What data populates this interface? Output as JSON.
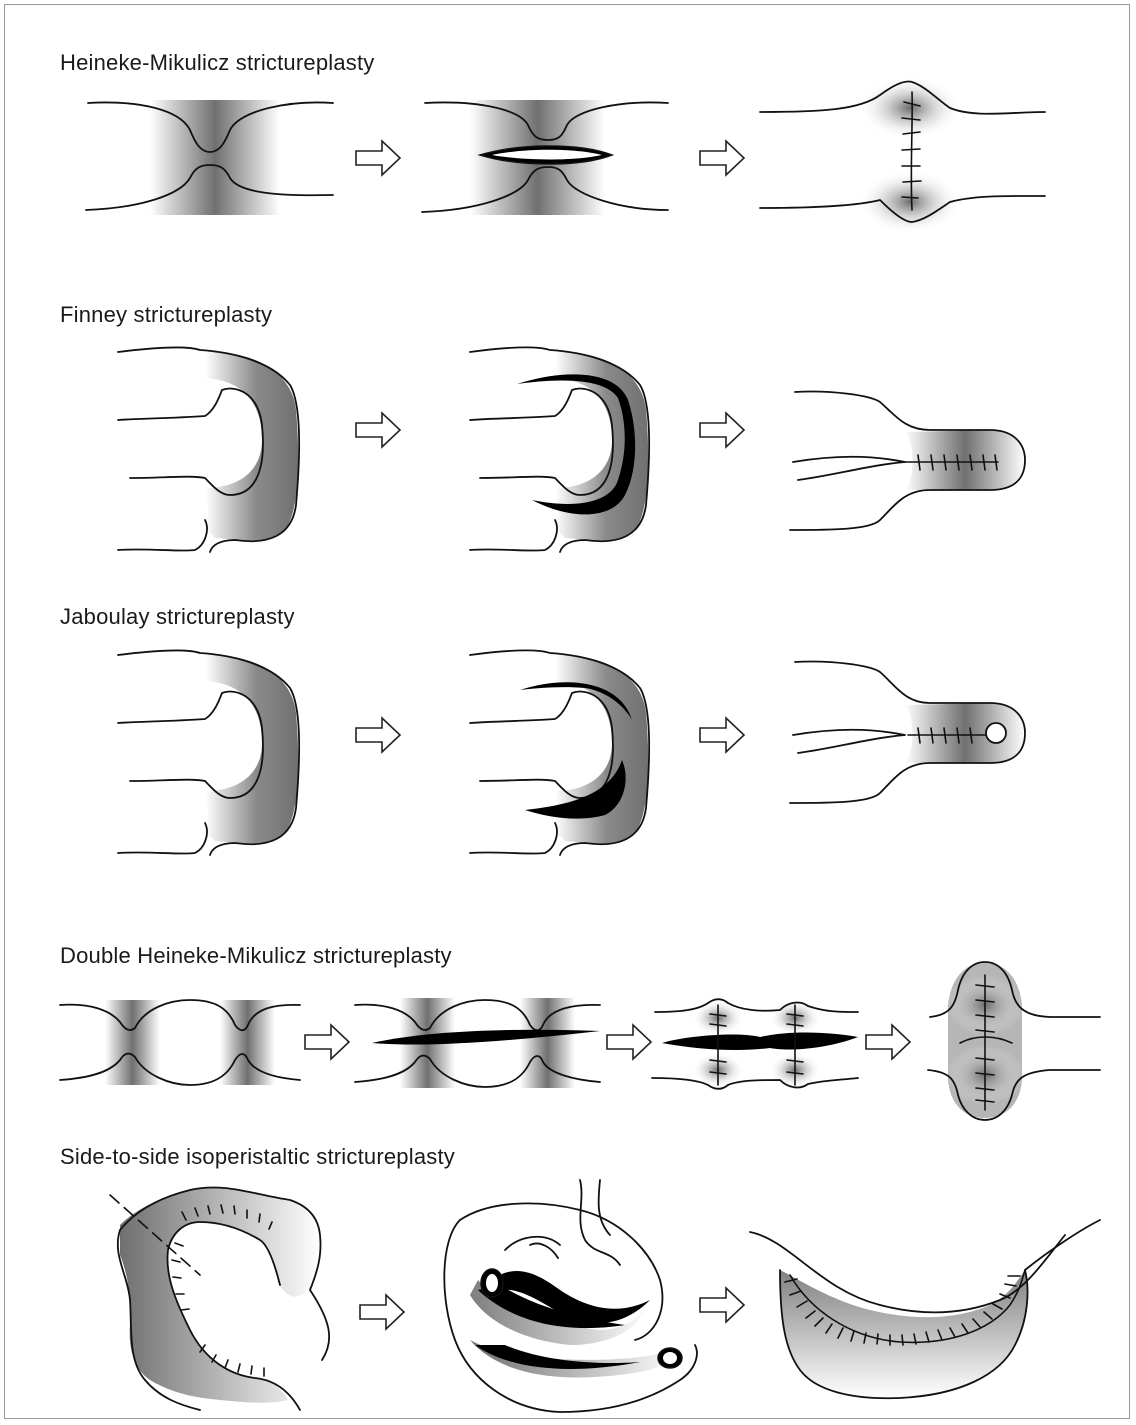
{
  "panels": [
    {
      "title": "Heineke-Mikulicz strictureplasty"
    },
    {
      "title": "Finney strictureplasty"
    },
    {
      "title": "Jaboulay strictureplasty"
    },
    {
      "title": "Double Heineke-Mikulicz strictureplasty"
    },
    {
      "title": "Side-to-side isoperistaltic strictureplasty"
    }
  ],
  "colors": {
    "shade": "#7a7a7a",
    "line": "#111111",
    "incision": "#000000"
  }
}
